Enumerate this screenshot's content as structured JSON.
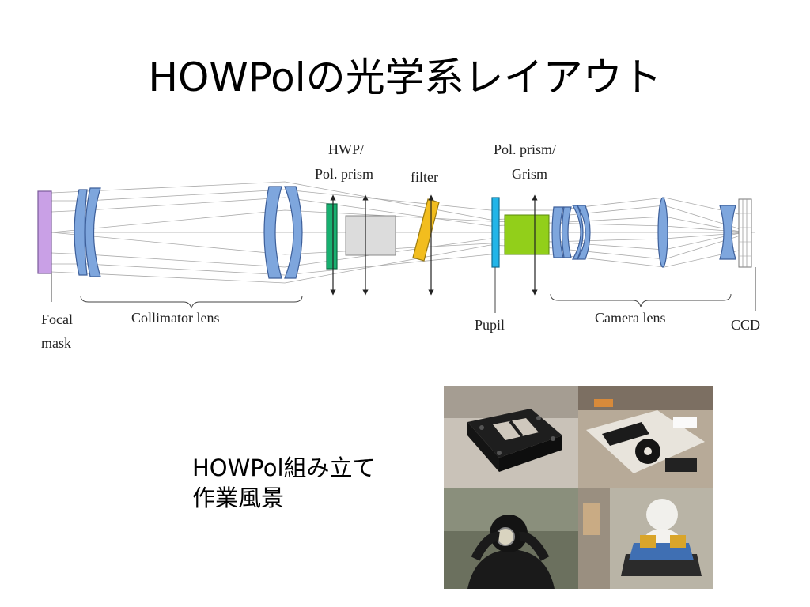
{
  "slide": {
    "title": "HOWPolの光学系レイアウト",
    "caption_line1": "HOWPol組み立て",
    "caption_line2": "作業風景"
  },
  "diagram": {
    "labels": {
      "focal_line1": "Focal",
      "focal_line2": "mask",
      "collimator": "Collimator lens",
      "hwp_line1": "HWP/",
      "hwp_line2": "Pol. prism",
      "filter": "filter",
      "polprism_line1": "Pol. prism/",
      "polprism_line2": "Grism",
      "pupil": "Pupil",
      "camera": "Camera lens",
      "ccd": "CCD"
    },
    "colors": {
      "focal_mask": "#c9a0e6",
      "lens": "#7ea6dd",
      "hwp": "#18b070",
      "pol_prism": "#dcdcdc",
      "filter": "#f2bd1e",
      "pupil": "#22b5e8",
      "grism": "#92cf1a",
      "ccd": "#ffffff"
    }
  },
  "photos": [
    {
      "name": "metal-mount-photo"
    },
    {
      "name": "parts-on-table-photo"
    },
    {
      "name": "person-with-lens-photo"
    },
    {
      "name": "cleanroom-assembly-photo"
    }
  ]
}
